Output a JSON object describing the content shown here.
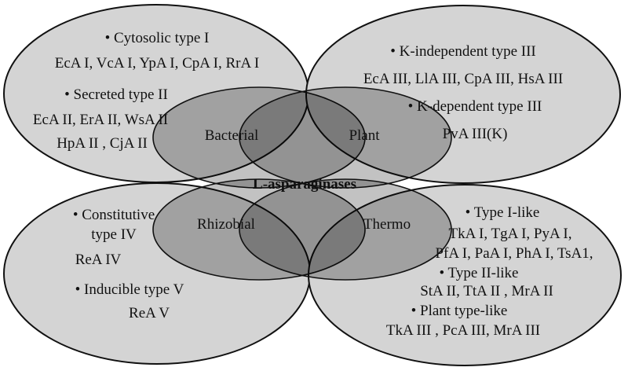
{
  "center_label": "L-asparaginases",
  "groups": {
    "bacterial": {
      "label": "Bacterial",
      "lines": [
        "• Cytosolic type I",
        "EcA I, VcA I, YpA I, CpA I, RrA I",
        "• Secreted type II",
        "EcA II, ErA II, WsA II",
        "HpA II , CjA II"
      ]
    },
    "plant": {
      "label": "Plant",
      "lines": [
        "• K-independent type III",
        "EcA III, LlA III, CpA III, HsA III",
        "• K-dependent type III",
        "PvA III(K)"
      ]
    },
    "rhizobial": {
      "label": "Rhizobial",
      "lines": [
        "• Constitutive",
        "type IV",
        "ReA IV",
        "• Inducible type V",
        "ReA V"
      ]
    },
    "thermo": {
      "label": "Thermo",
      "lines": [
        "• Type I-like",
        "TkA I, TgA I, PyA I,",
        "PfA I, PaA I, PhA I, TsA1,",
        "• Type II-like",
        "StA II, TtA II , MrA II",
        "• Plant type-like",
        "TkA III , PcA III, MrA III"
      ]
    }
  },
  "colors": {
    "outer": "#d4d4d4",
    "inner_overlay": "#000000",
    "stroke": "#111111"
  }
}
